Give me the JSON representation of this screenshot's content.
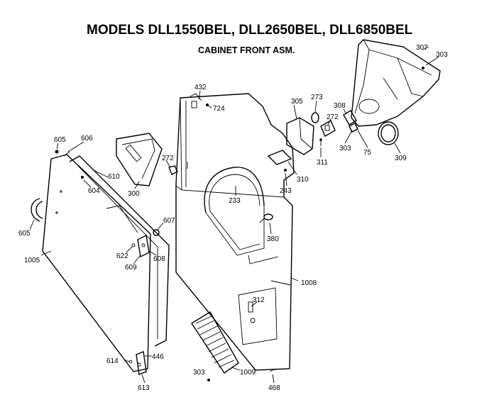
{
  "header": {
    "title": "MODELS DLL1550BEL, DLL2650BEL, DLL6850BEL",
    "subtitle": "CABINET FRONT ASM."
  },
  "parts": {
    "p307": "307",
    "p303a": "303",
    "p432": "432",
    "p724": "724",
    "p305": "305",
    "p273": "273",
    "p272a": "272",
    "p308": "308",
    "p303b": "303",
    "p75": "75",
    "p309": "309",
    "p311": "311",
    "p310": "310",
    "p243": "243",
    "p233": "233",
    "p380": "380",
    "p1008": "1008",
    "p312": "312",
    "p1009": "1009",
    "p303c": "303",
    "p468": "468",
    "p605a": "605",
    "p606": "606",
    "p610": "610",
    "p604": "604",
    "p300": "300",
    "p272b": "272",
    "p605b": "605",
    "p1005": "1005",
    "p607": "607",
    "p622": "622",
    "p609": "609",
    "p608": "608",
    "p614": "614",
    "p446": "446",
    "p613": "613"
  }
}
